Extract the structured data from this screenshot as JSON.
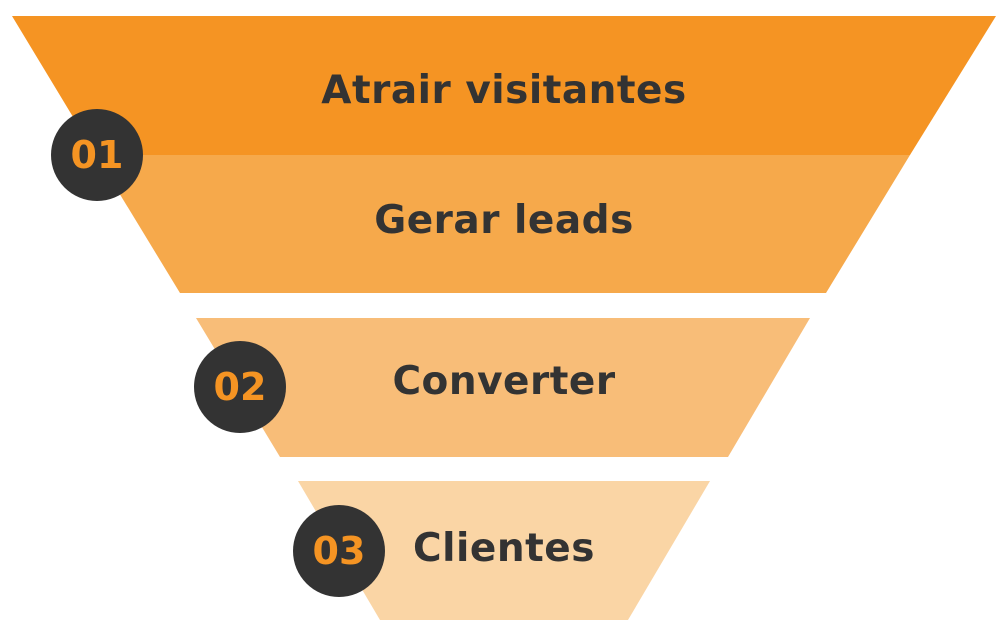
{
  "colors": {
    "stage_1": "#F59423",
    "stage_2": "#F6A94B",
    "stage_3": "#F8BD78",
    "stage_4": "#FAD5A5",
    "badge_bg": "#333333",
    "badge_text_1": "#F59423",
    "badge_text_2": "#F59423",
    "badge_text_3": "#F59423",
    "label_text": "#333333"
  },
  "funnel": {
    "stages": [
      {
        "label": "Atrair visitantes"
      },
      {
        "label": "Gerar leads"
      },
      {
        "label": "Converter"
      },
      {
        "label": "Clientes"
      }
    ],
    "badges": [
      {
        "number": "01"
      },
      {
        "number": "02"
      },
      {
        "number": "03"
      }
    ]
  }
}
